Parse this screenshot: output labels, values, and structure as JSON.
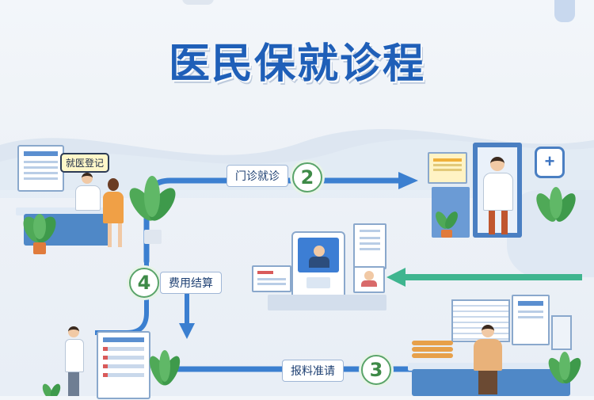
{
  "title": "医民保就诊程",
  "steps": [
    {
      "num": "2",
      "label": "门诊就诊"
    },
    {
      "num": "4",
      "label": "费用结算"
    },
    {
      "num": "3",
      "label": "报料准请"
    }
  ],
  "registration_bubble": "就医登记",
  "colors": {
    "title_blue": "#1f5fb8",
    "path_blue": "#3b7fd0",
    "arrow_green": "#3fb58f",
    "step_green": "#5aa46a",
    "desk_blue": "#4f88c7"
  },
  "icons": [
    "medical-cross-icon",
    "plant-icon",
    "doctor-icon",
    "patient-icon",
    "document-icon"
  ]
}
